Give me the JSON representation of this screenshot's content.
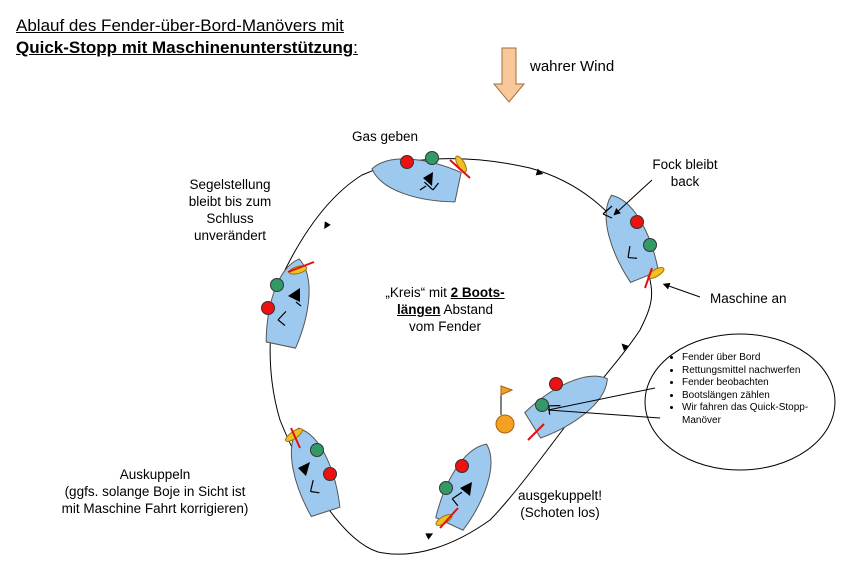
{
  "title": {
    "line1": "Ablauf des Fender-über-Bord-Manövers mit",
    "line2": "Quick-Stopp mit Maschinenunterstützung",
    "line2_suffix": ":"
  },
  "wind": {
    "label": "wahrer Wind"
  },
  "labels": {
    "gas": "Gas geben",
    "fock_1": "Fock bleibt",
    "fock_2": "back",
    "segel_1": "Segelstellung",
    "segel_2": "bleibt bis zum",
    "segel_3": "Schluss",
    "segel_4": "unverändert",
    "maschine_an": "Maschine an",
    "auskuppeln_1": "Auskuppeln",
    "auskuppeln_2": "(ggfs. solange Boje in Sicht ist",
    "auskuppeln_3": "mit Maschine Fahrt korrigieren)",
    "ausgekuppelt_1": "ausgekuppelt!",
    "ausgekuppelt_2": "(Schoten los)"
  },
  "center": {
    "prefix": "„Kreis“ mit ",
    "bold1": "2 Boots-",
    "bold2": "längen",
    "suffix": " Abstand",
    "line3": "vom Fender"
  },
  "bubble": {
    "items": [
      "Fender über Bord",
      "Rettungsmittel nachwerfen",
      "Fender beobachten",
      "Bootslängen zählen",
      "Wir fahren das Quick-Stopp-Manöver"
    ]
  },
  "colors": {
    "hull": "#9ec9ef",
    "port_light": "#ee1111",
    "starboard_light": "#339966",
    "prop": "#f0c020",
    "prop_line": "#e01010",
    "fender": "#f5a020",
    "wind_arrow": "#f9c89a"
  }
}
